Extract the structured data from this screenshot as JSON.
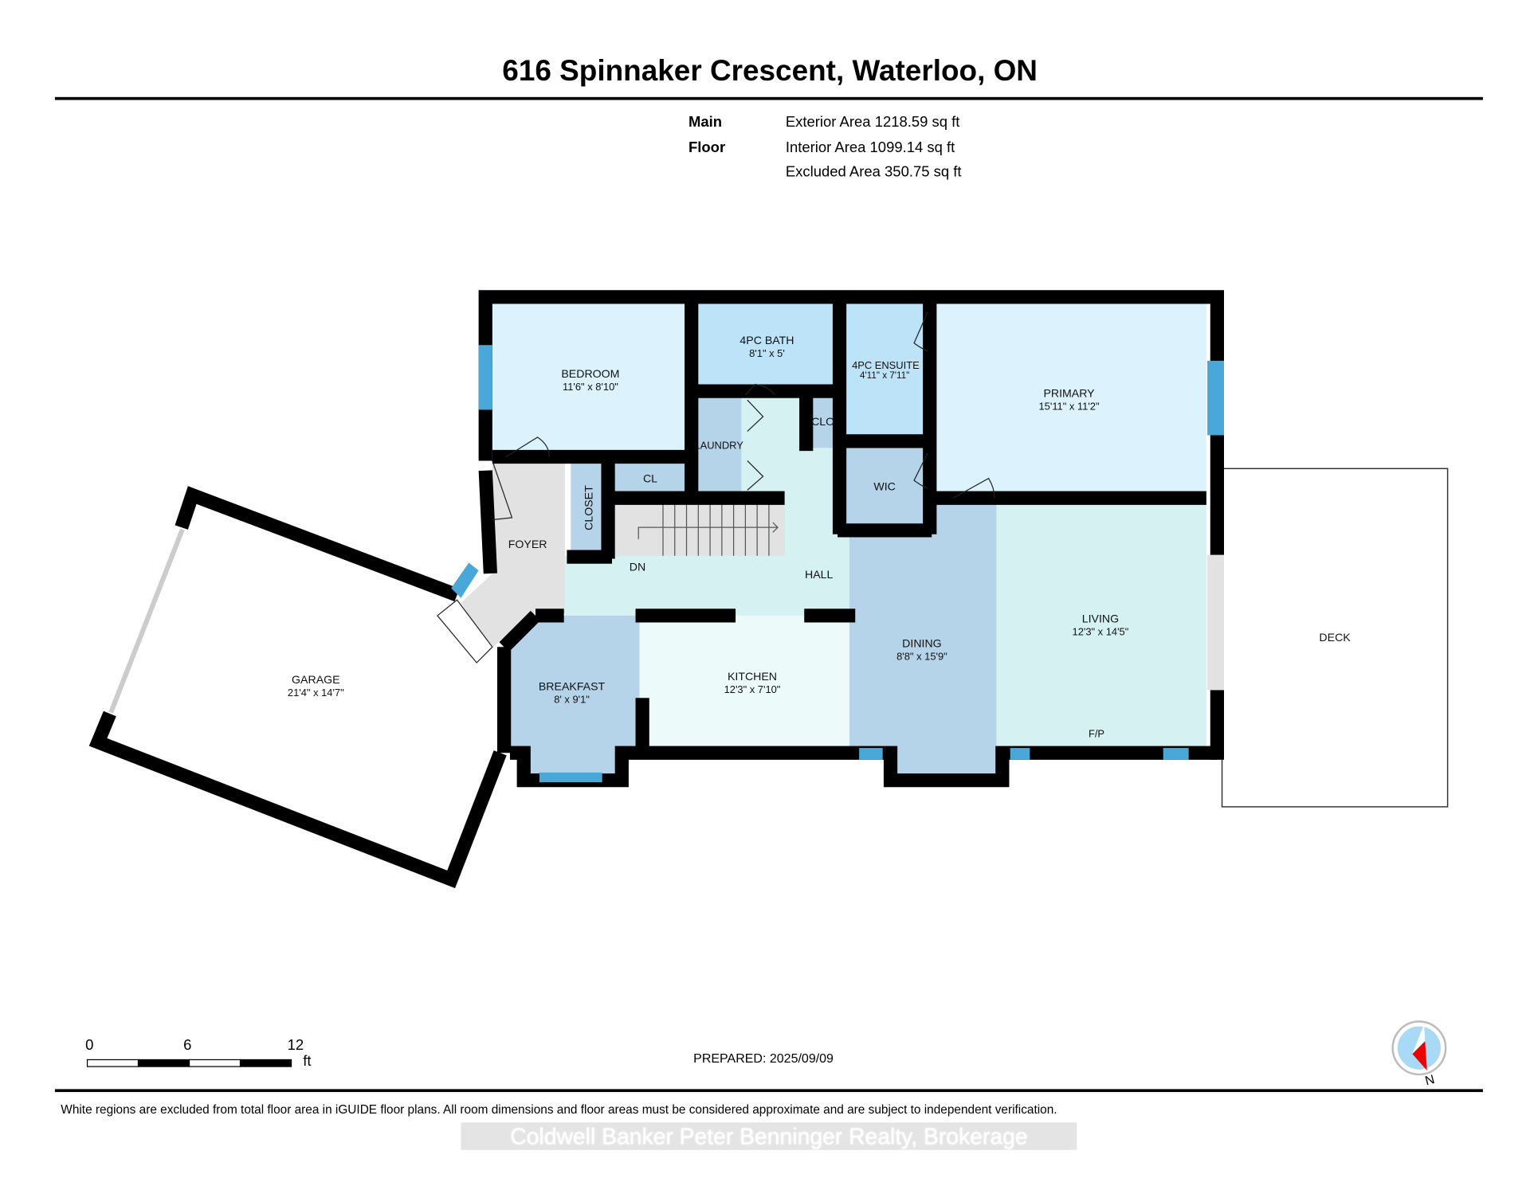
{
  "header": {
    "title": "616 Spinnaker Crescent, Waterloo, ON",
    "floor_label": "Main Floor",
    "exterior_area": "Exterior Area 1218.59 sq ft",
    "interior_area": "Interior Area 1099.14 sq ft",
    "excluded_area": "Excluded Area 350.75 sq ft"
  },
  "rooms": {
    "bedroom": {
      "name": "BEDROOM",
      "dims": "11'6\" x 8'10\""
    },
    "bath": {
      "name": "4PC BATH",
      "dims": "8'1\" x 5'"
    },
    "ensuite": {
      "name": "4PC ENSUITE",
      "dims": "4'11\" x 7'11\""
    },
    "primary": {
      "name": "PRIMARY",
      "dims": "15'11\" x 11'2\""
    },
    "laundry": {
      "name": "LAUNDRY"
    },
    "clo": {
      "name": "CLO"
    },
    "cl": {
      "name": "CL"
    },
    "closet": {
      "name": "CLOSET"
    },
    "wic": {
      "name": "WIC"
    },
    "foyer": {
      "name": "FOYER"
    },
    "hall": {
      "name": "HALL"
    },
    "dn": {
      "name": "DN"
    },
    "garage": {
      "name": "GARAGE",
      "dims": "21'4\" x 14'7\""
    },
    "breakfast": {
      "name": "BREAKFAST",
      "dims": "8' x 9'1\""
    },
    "kitchen": {
      "name": "KITCHEN",
      "dims": "12'3\" x 7'10\""
    },
    "dining": {
      "name": "DINING",
      "dims": "8'8\" x 15'9\""
    },
    "living": {
      "name": "LIVING",
      "dims": "12'3\" x 14'5\""
    },
    "fp": {
      "name": "F/P"
    },
    "deck": {
      "name": "DECK"
    }
  },
  "scale_bar": {
    "labels": [
      "0",
      "6",
      "12"
    ],
    "unit": "ft"
  },
  "prepared": "PREPARED: 2025/09/09",
  "compass": {
    "label": "N"
  },
  "footer": {
    "disclaimer": "White regions are excluded from total floor area in iGUIDE floor plans. All room dimensions and floor areas must be considered approximate and are subject to independent verification.",
    "watermark": "Coldwell Banker Peter Benninger Realty, Brokerage"
  },
  "colors": {
    "wall": "#000000",
    "window": "#4aa8d8",
    "bedroom_fill": "#dcf2fc",
    "bath_fill": "#bde3f8",
    "utility_fill": "#b6d4e9",
    "hall_fill": "#d5f1f1",
    "kitchen_fill": "#ecfbfa",
    "foyer_fill": "#e2e2e2"
  }
}
